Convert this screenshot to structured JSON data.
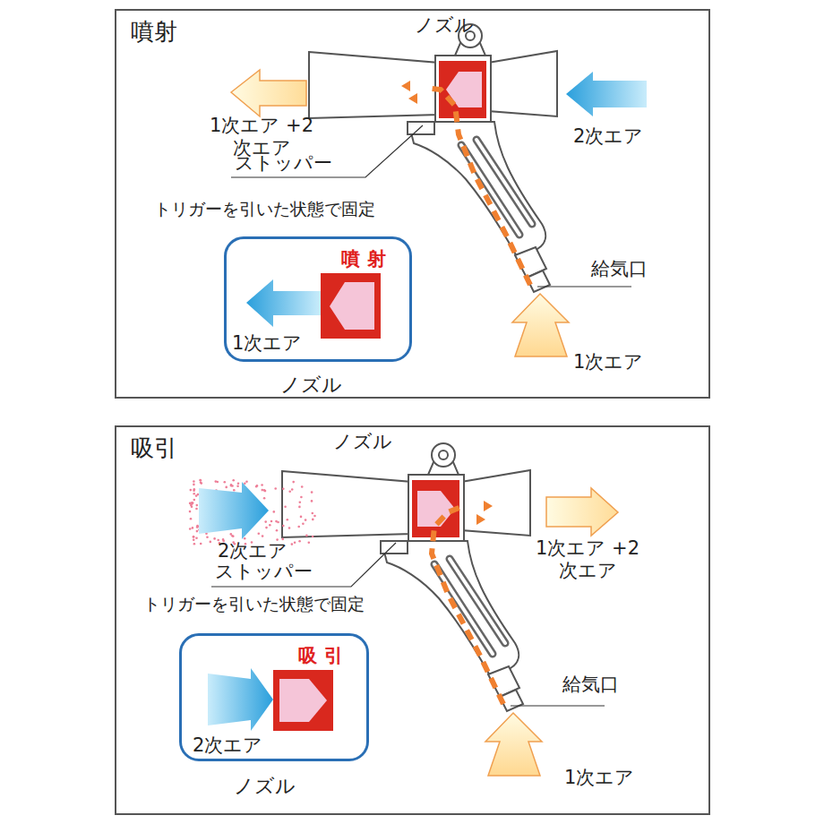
{
  "diagram": {
    "nodes": [
      {
        "text": [
          "噴射"
        ]
      },
      {
        "text": [
          "噴 射",
          "1次エア",
          "ノズル"
        ],
        "in": 0
      },
      {
        "text": [
          "吸引"
        ]
      },
      {
        "text": [
          "吸 引",
          "2次エア",
          "ノズル"
        ],
        "in": 2
      }
    ],
    "labels": [
      "ノズル",
      "1次エア +2次エア",
      "2次エア",
      "ストッパー",
      "トリガーを引いた状態で固定",
      "給気口",
      "1次エア",
      "ノズル",
      "2次エア",
      "1次エア +2次エア",
      "ストッパー",
      "トリガーを引いた状態で固定",
      "給気口",
      "1次エア"
    ]
  }
}
